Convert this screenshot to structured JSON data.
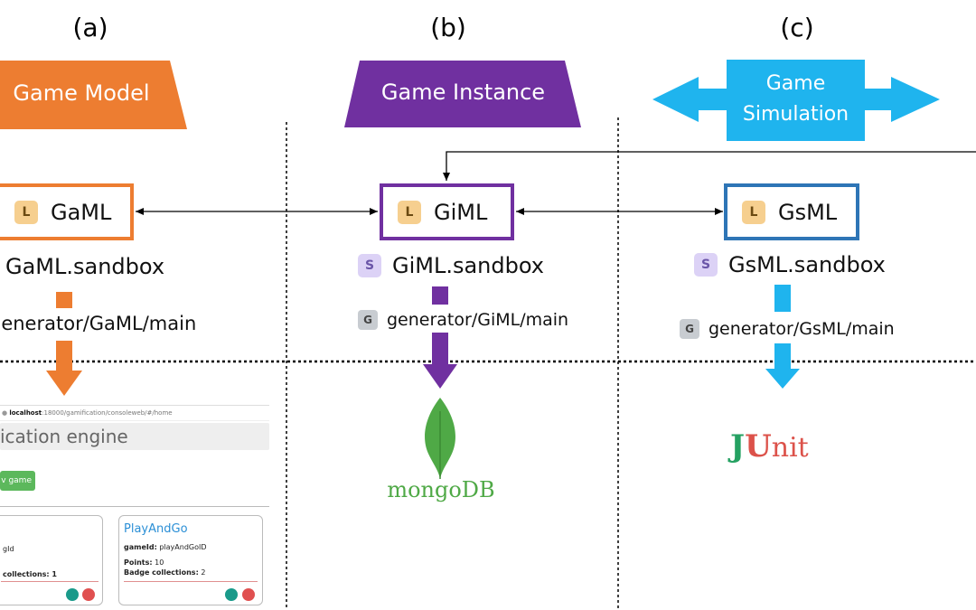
{
  "panels": {
    "a": {
      "label": "(a)",
      "banner": "Game Model",
      "lang": "GaML",
      "sandbox": "GaML.sandbox",
      "generator": "generator/GaML/main",
      "color": "#ed7d31"
    },
    "b": {
      "label": "(b)",
      "banner": "Game Instance",
      "lang": "GiML",
      "sandbox": "GiML.sandbox",
      "generator": "generator/GiML/main",
      "color": "#7030a0"
    },
    "c": {
      "label": "(c)",
      "banner_line1": "Game",
      "banner_line2": "Simulation",
      "lang": "GsML",
      "sandbox": "GsML.sandbox",
      "generator": "generator/GsML/main",
      "color": "#1fb4ee",
      "box_color": "#2e75b6"
    }
  },
  "badges": {
    "lang": "L",
    "sandbox": "S",
    "generator": "G"
  },
  "screenshot": {
    "url_host": "localhost",
    "url_rest": ":18000/gamification/consoleweb/#/home",
    "title": "ication engine",
    "button": "v game",
    "card1": {
      "line1": "gId",
      "line2": "collections: 1"
    },
    "card2": {
      "title": "PlayAndGo",
      "gameid_label": "gameId:",
      "gameid_value": "playAndGoID",
      "points_label": "Points:",
      "points_value": "10",
      "badges_label": "Badge collections:",
      "badges_value": "2"
    },
    "chart_color": "#1a9a8a",
    "delete_color": "#e05050"
  },
  "logos": {
    "mongo": "mongoDB",
    "junit_j": "J",
    "junit_u": "U",
    "junit_rest": "nit"
  }
}
